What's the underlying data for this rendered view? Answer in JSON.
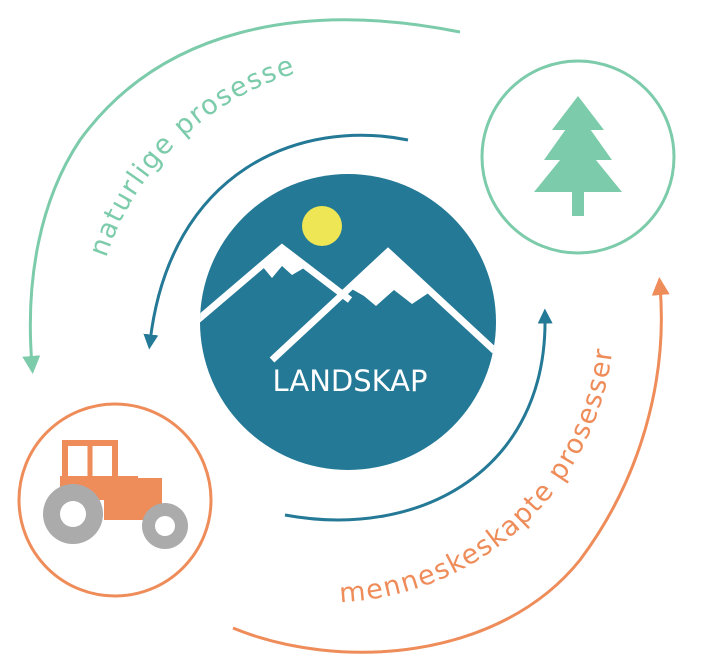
{
  "center": {
    "label": "LANDSKAP"
  },
  "natural": {
    "label": "naturlige prosesser"
  },
  "human": {
    "label": "menneskeskapte prosesser"
  },
  "icons": {
    "natural": "pine-tree-icon",
    "human": "tractor-icon",
    "center": "mountains-with-sun-icon"
  },
  "colors": {
    "green": "#7ccbaa",
    "orange": "#ee8c5a",
    "blue": "#247996",
    "gray": "#ababab",
    "sun": "#eee655"
  }
}
